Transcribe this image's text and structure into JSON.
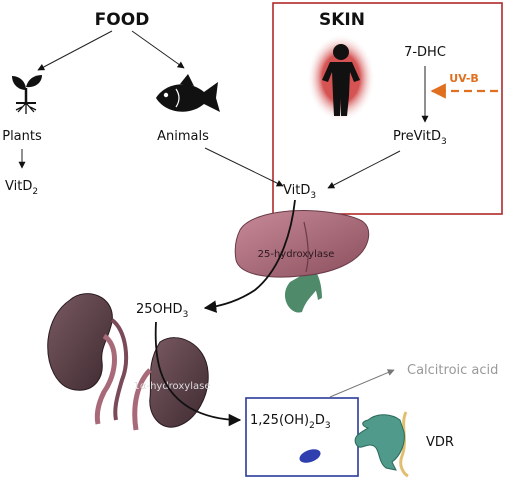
{
  "food": {
    "title": "FOOD",
    "plants": "Plants",
    "animals": "Animals",
    "vitd2": "VitD",
    "vitd2_sub": "2"
  },
  "skin": {
    "title": "SKIN",
    "dhc": "7-DHC",
    "uvb": "UV-B",
    "previt": "PreVitD",
    "previt_sub": "3"
  },
  "vitd3": "VitD",
  "vitd3_sub": "3",
  "liver": {
    "enzyme": "25-hydroxylase"
  },
  "ohd": {
    "text": "25OHD",
    "sub": "3"
  },
  "kidney": {
    "enzyme": "1α-hydroxylase"
  },
  "active": {
    "pre": "1,25(OH)",
    "sub1": "2",
    "mid": "D",
    "sub2": "3"
  },
  "calcitroic": "Calcitroic acid",
  "vdr": "VDR",
  "colors": {
    "skin_border": "#b02a2a",
    "active_border": "#2a3a9a",
    "uvb": "#e07020",
    "liver": "#a86a78",
    "kidney": "#5a4048",
    "vdr": "#4f9a8a",
    "membrane": "#e0c070",
    "pill": "#2f3fb0",
    "calcitroic": "#999999"
  }
}
